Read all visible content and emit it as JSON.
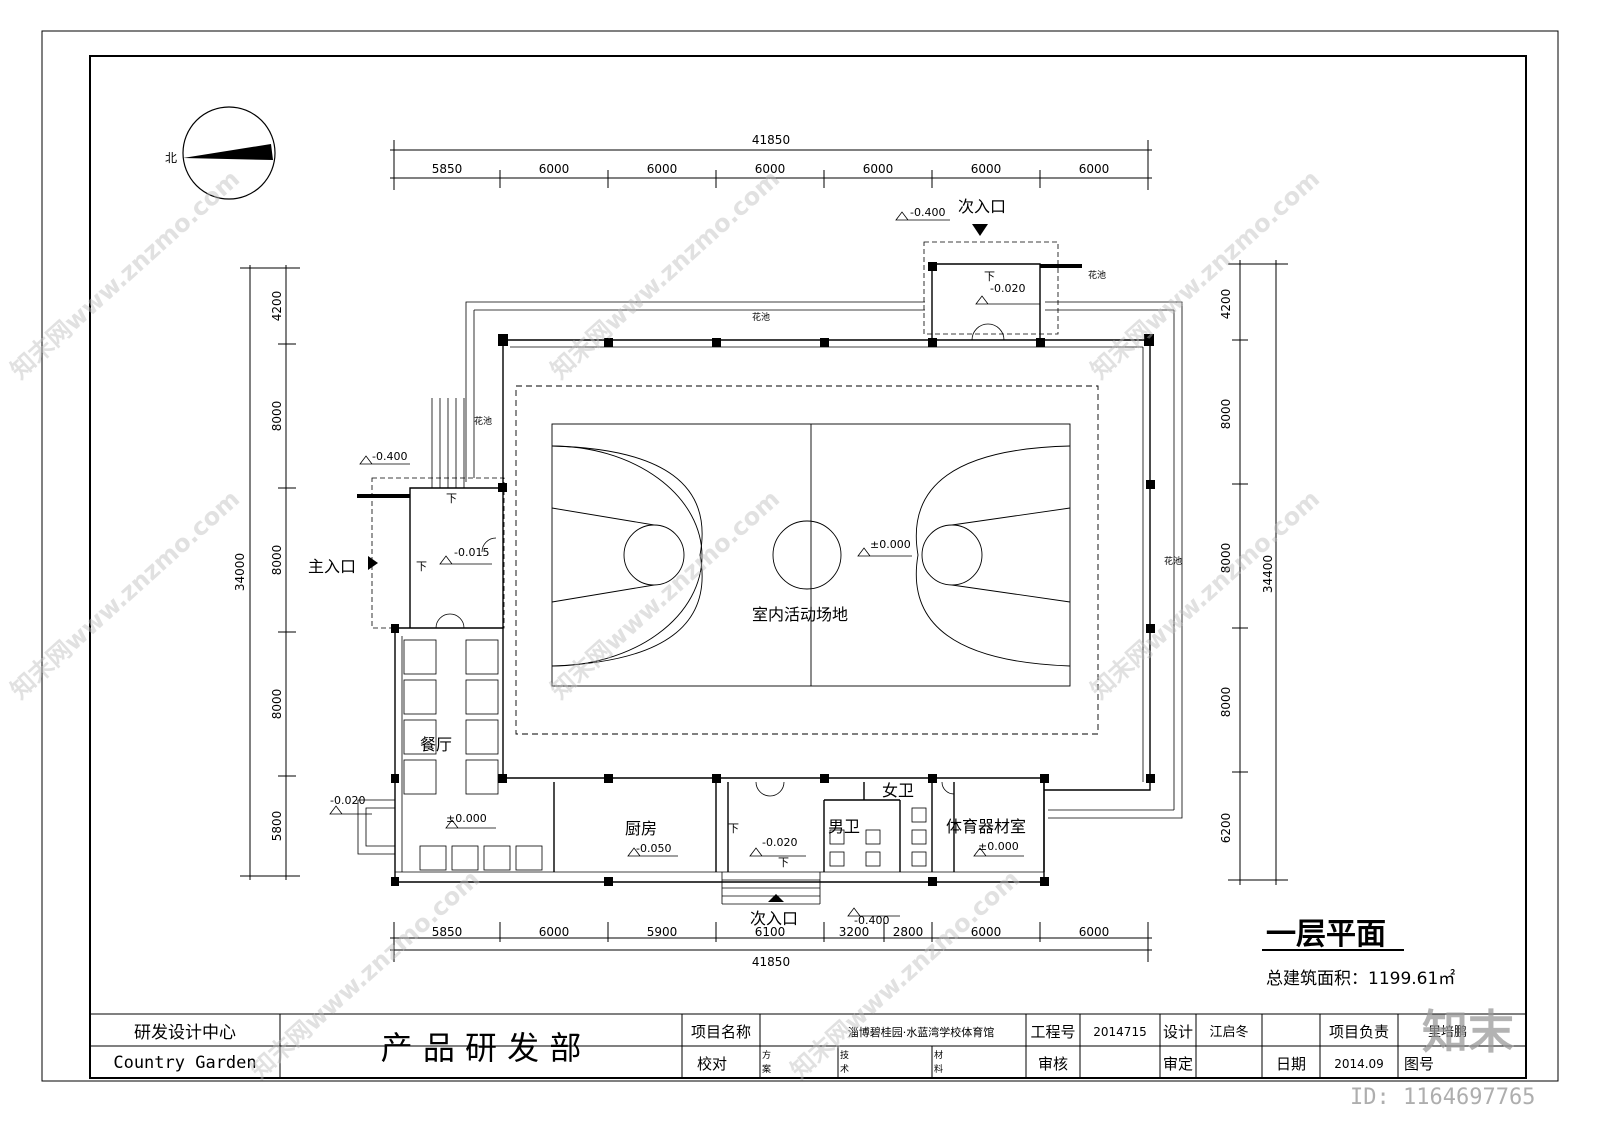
{
  "north_label": "北",
  "dims_top": {
    "overall": "41850",
    "segments": [
      "5850",
      "6000",
      "6000",
      "6000",
      "6000",
      "6000",
      "6000"
    ]
  },
  "dims_bottom": {
    "overall": "41850",
    "segments": [
      "5850",
      "6000",
      "5900",
      "6100",
      "3200",
      "2800",
      "6000",
      "6000"
    ]
  },
  "dims_left": {
    "overall": "34000",
    "segments": [
      "4200",
      "8000",
      "8000",
      "8000",
      "5800"
    ]
  },
  "dims_right": {
    "overall": "34400",
    "segments": [
      "4200",
      "8000",
      "8000",
      "8000",
      "6200"
    ]
  },
  "rooms": {
    "court": "室内活动场地",
    "dining": "餐厅",
    "kitchen": "厨房",
    "female_wc": "女卫",
    "male_wc": "男卫",
    "equipment": "体育器材室"
  },
  "entrances": {
    "main": "主入口",
    "secondary_top": "次入口",
    "secondary_bottom": "次入口"
  },
  "planters": [
    "花池",
    "花池",
    "花池",
    "花池"
  ],
  "down_mark": "下",
  "elevations": {
    "top_outside": "-0.400",
    "top_vestibule": "-0.020",
    "left_outside": "-0.400",
    "main_entry": "-0.015",
    "court": "±0.000",
    "dining_entry": "-0.020",
    "dining": "±0.000",
    "kitchen": "-0.050",
    "south_entry": "-0.020",
    "south_outside": "-0.400",
    "equipment": "±0.000"
  },
  "drawing_title": "一层平面",
  "area_label": "总建筑面积：1199.61㎡",
  "title_block": {
    "center_name": "研发设计中心",
    "company": "Country Garden",
    "department": "产 品 研 发 部",
    "project_name_label": "项目名称",
    "project_name": "淄博碧桂园·水蓝湾学校体育馆",
    "proofread_label": "校对",
    "scheme_label": [
      "方",
      "案"
    ],
    "tech_label": [
      "技",
      "术"
    ],
    "material_label": [
      "材",
      "料"
    ],
    "project_no_label": "工程号",
    "project_no": "2014715",
    "review_label": "审核",
    "design_label": "设计",
    "designer": "江启冬",
    "approve_label": "审定",
    "lead_label": "项目负责",
    "lead_name": "里培鹏",
    "date_label": "日期",
    "date": "2014.09",
    "drawing_no_label": "图号"
  },
  "watermarks": {
    "site_text": "知末网www.znzmo.com",
    "logo_text": "知末",
    "id_text": "ID: 1164697765"
  }
}
